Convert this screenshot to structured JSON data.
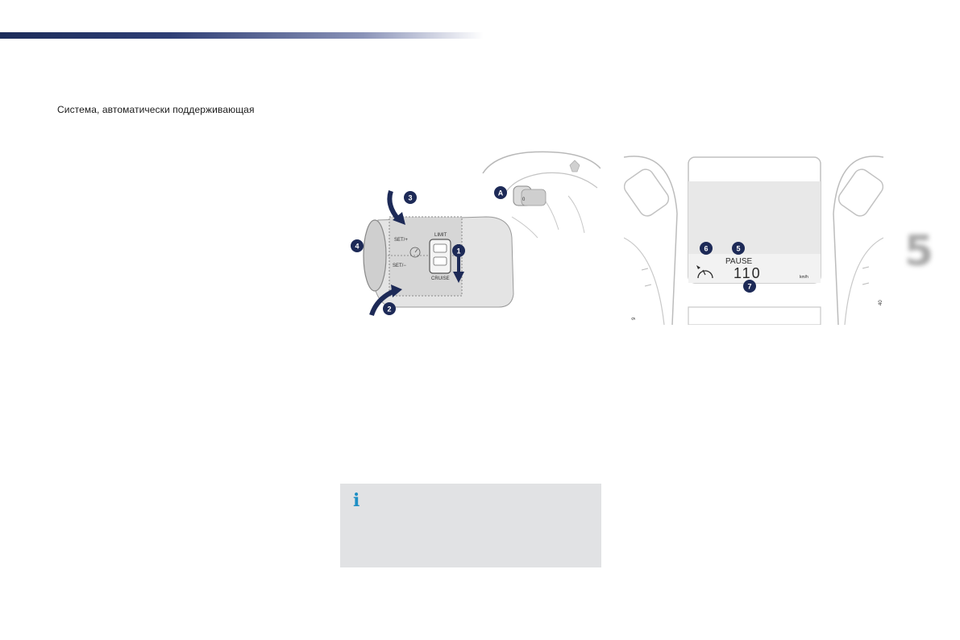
{
  "page": {
    "intro_text": "Система, автоматически поддерживающая",
    "chapter_number": "5"
  },
  "figure_stalk": {
    "callouts": [
      "A",
      "1",
      "2",
      "3",
      "4"
    ],
    "labels": {
      "set_plus": "SET/+",
      "set_minus": "SET/−",
      "limit": "LIMIT",
      "cruise": "CRUISE",
      "switch_glyph": "0"
    }
  },
  "figure_cluster": {
    "callouts": [
      "5",
      "6",
      "7"
    ],
    "display": {
      "status": "PAUSE",
      "speed": "110",
      "unit": "km/h"
    },
    "dial_numbers": {
      "left": "9",
      "right": "40"
    }
  },
  "info_box": {
    "icon": "info-icon",
    "icon_glyph": "i",
    "accent_color": "#1f8fc4",
    "background_color": "#e1e2e4"
  }
}
